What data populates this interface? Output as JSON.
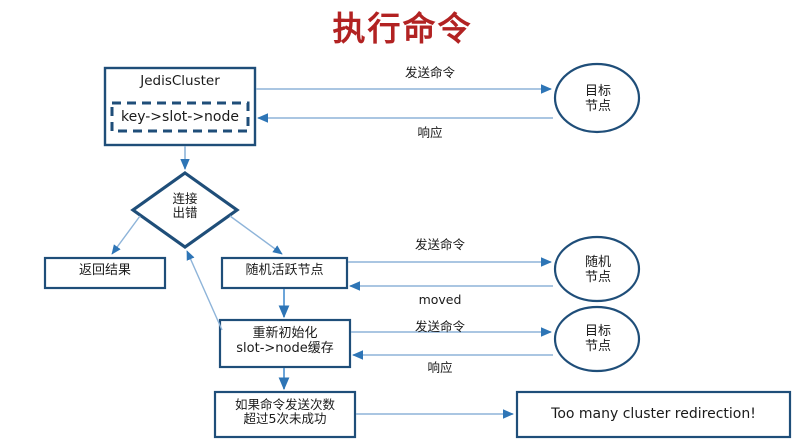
{
  "title": "执行命令",
  "colors": {
    "title": "#b22222",
    "box_border": "#1f4e79",
    "shape_border": "#1f4e79",
    "arrow": "#5b9bd5",
    "thin_arrow": "#8eb4d9",
    "text": "#1a1a1a",
    "background": "#ffffff"
  },
  "nodes": {
    "jedis_cluster": {
      "label": "JedisCluster",
      "inner_label": "key->slot->node",
      "shape": "rect-with-dashed-inner"
    },
    "decision": {
      "line1": "连接",
      "line2": "出错",
      "shape": "diamond"
    },
    "return_result": {
      "label": "返回结果",
      "shape": "rect"
    },
    "random_active_node": {
      "label": "随机活跃节点",
      "shape": "rect"
    },
    "reinit_cache": {
      "line1": "重新初始化",
      "line2": "slot->node缓存",
      "shape": "rect"
    },
    "retry_limit": {
      "line1": "如果命令发送次数",
      "line2": "超过5次未成功",
      "shape": "rect"
    },
    "too_many": {
      "label": "Too many cluster redirection!",
      "shape": "rect"
    },
    "target_node_top": {
      "line1": "目标",
      "line2": "节点",
      "shape": "circle"
    },
    "random_node": {
      "line1": "随机",
      "line2": "节点",
      "shape": "circle"
    },
    "target_node_bottom": {
      "line1": "目标",
      "line2": "节点",
      "shape": "circle"
    }
  },
  "edges": {
    "send_command_1": "发送命令",
    "response_1": "响应",
    "send_command_2": "发送命令",
    "moved": "moved",
    "send_command_3": "发送命令",
    "response_3": "响应"
  }
}
